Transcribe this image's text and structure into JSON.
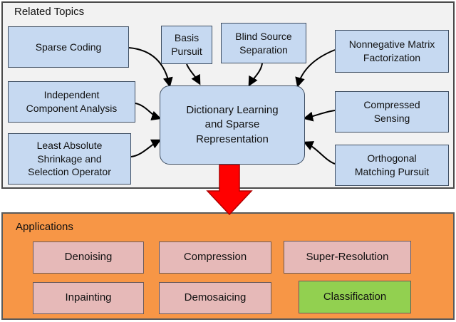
{
  "related": {
    "title": "Related Topics",
    "center": "Dictionary Learning\nand Sparse\nRepresentation",
    "topics": [
      "Sparse Coding",
      "Basis\nPursuit",
      "Blind Source\nSeparation",
      "Nonnegative Matrix\nFactorization",
      "Independent\nComponent Analysis",
      "Compressed\nSensing",
      "Least Absolute\nShrinkage and\nSelection Operator",
      "Orthogonal\nMatching Pursuit"
    ]
  },
  "applications": {
    "title": "Applications",
    "items": [
      "Denoising",
      "Compression",
      "Super-Resolution",
      "Inpainting",
      "Demosaicing",
      "Classification"
    ],
    "highlight_color": "#92d050"
  }
}
